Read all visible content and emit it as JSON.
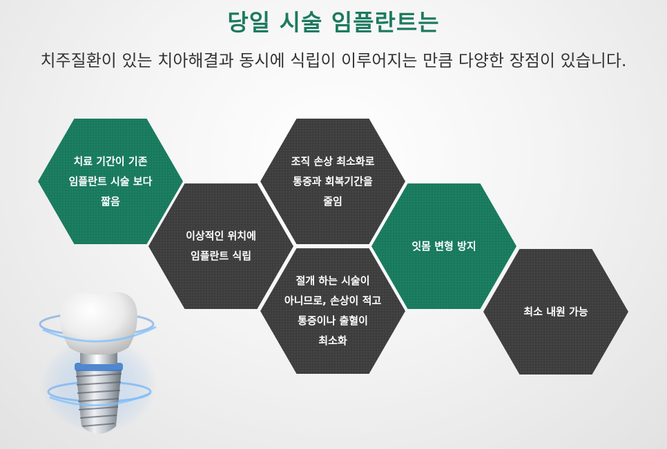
{
  "header": {
    "title": "당일 시술 임플란트는",
    "subtitle": "치주질환이 있는 치아해결과 동시에 식립이 이루어지는 만큼 다양한 장점이 있습니다."
  },
  "benefits": [
    {
      "lines": [
        "치료 기간이 기존",
        "임플란트 시술 보다",
        "짧음"
      ],
      "color": "#187a5d"
    },
    {
      "lines": [
        "이상적인 위치에",
        "임플란트 식립"
      ],
      "color": "#3d3d3d"
    },
    {
      "lines": [
        "조직 손상 최소화로",
        "통증과 회복기간을",
        "줄임"
      ],
      "color": "#3d3d3d"
    },
    {
      "lines": [
        "절개 하는 시술이",
        "아니므로, 손상이 적고",
        "통증이나 출혈이",
        "최소화"
      ],
      "color": "#3d3d3d"
    },
    {
      "lines": [
        "잇몸 변형 방지"
      ],
      "color": "#187a5d"
    },
    {
      "lines": [
        "최소 내원 가능"
      ],
      "color": "#3d3d3d"
    }
  ],
  "image": {
    "subject": "dental-implant-illustration",
    "accent_color": "#4a90e2"
  }
}
